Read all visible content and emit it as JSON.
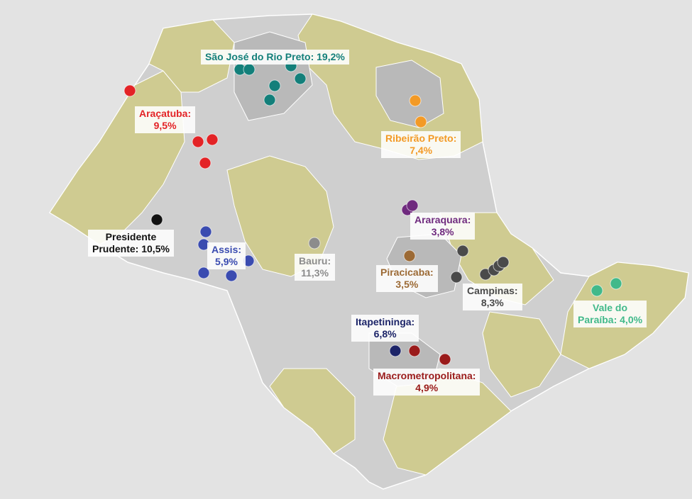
{
  "colors": {
    "background": "#e3e3e3",
    "land_yellow": "#cfcb91",
    "land_gray": "#cfcfcf",
    "land_dark_gray": "#b9b9b9",
    "border_white": "#ffffff"
  },
  "regions": [
    {
      "id": "sjrp",
      "line1": "São José do Rio Preto: 19,2%",
      "line2": "",
      "color": "#137f7a"
    },
    {
      "id": "aracatuba",
      "line1": "Araçatuba:",
      "line2": "9,5%",
      "color": "#e32326"
    },
    {
      "id": "ribeirao",
      "line1": "Ribeirão Preto:",
      "line2": "7,4%",
      "color": "#f39a26"
    },
    {
      "id": "araraquara",
      "line1": "Araraquara:",
      "line2": "3,8%",
      "color": "#6f2a7e"
    },
    {
      "id": "prudente",
      "line1": "Presidente",
      "line2": "Prudente: 10,5%",
      "color": "#111111"
    },
    {
      "id": "assis",
      "line1": "Assis:",
      "line2": "5,9%",
      "color": "#3a4bb0"
    },
    {
      "id": "bauru",
      "line1": "Bauru:",
      "line2": "11,3%",
      "color": "#8c8c8c"
    },
    {
      "id": "piracicaba",
      "line1": "Piracicaba:",
      "line2": "3,5%",
      "color": "#9c6a35"
    },
    {
      "id": "campinas",
      "line1": "Campinas:",
      "line2": "8,3%",
      "color": "#4a4a4a"
    },
    {
      "id": "itapetininga",
      "line1": "Itapetininga:",
      "line2": "6,8%",
      "color": "#1c2468"
    },
    {
      "id": "macro",
      "line1": "Macrometropolitana:",
      "line2": "4,9%",
      "color": "#9a1b1b"
    },
    {
      "id": "vale",
      "line1": "Vale do",
      "line2": "Paraíba: 4,0%",
      "color": "#41b98a"
    }
  ]
}
